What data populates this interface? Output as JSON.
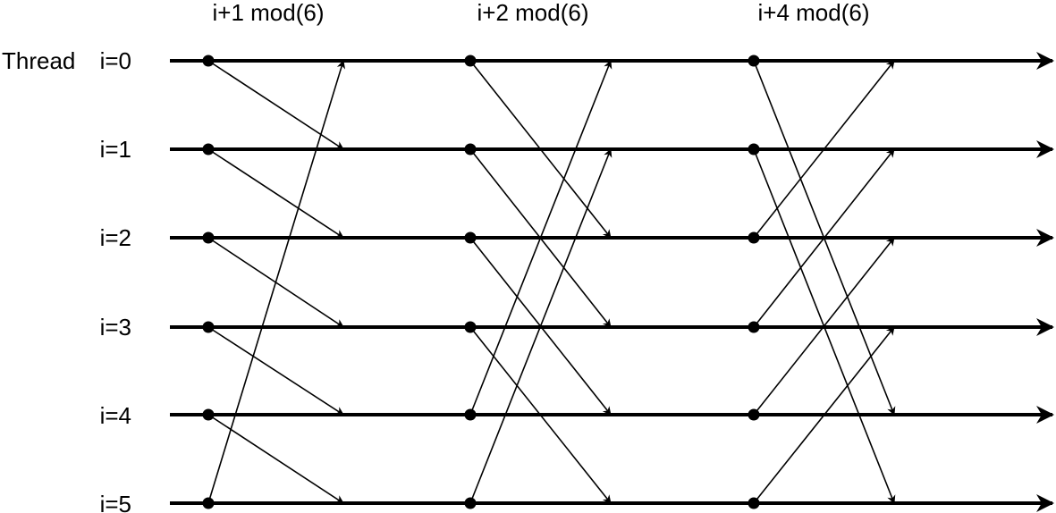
{
  "diagram": {
    "thread_prefix": "Thread",
    "threads": [
      "i=0",
      "i=1",
      "i=2",
      "i=3",
      "i=4",
      "i=5"
    ],
    "stages": [
      {
        "label": "i+1 mod(6)",
        "offset": 1
      },
      {
        "label": "i+2 mod(6)",
        "offset": 2
      },
      {
        "label": "i+4 mod(6)",
        "offset": 4
      }
    ],
    "modulus": 6,
    "colors": {
      "line": "#000000",
      "background": "#ffffff"
    }
  }
}
